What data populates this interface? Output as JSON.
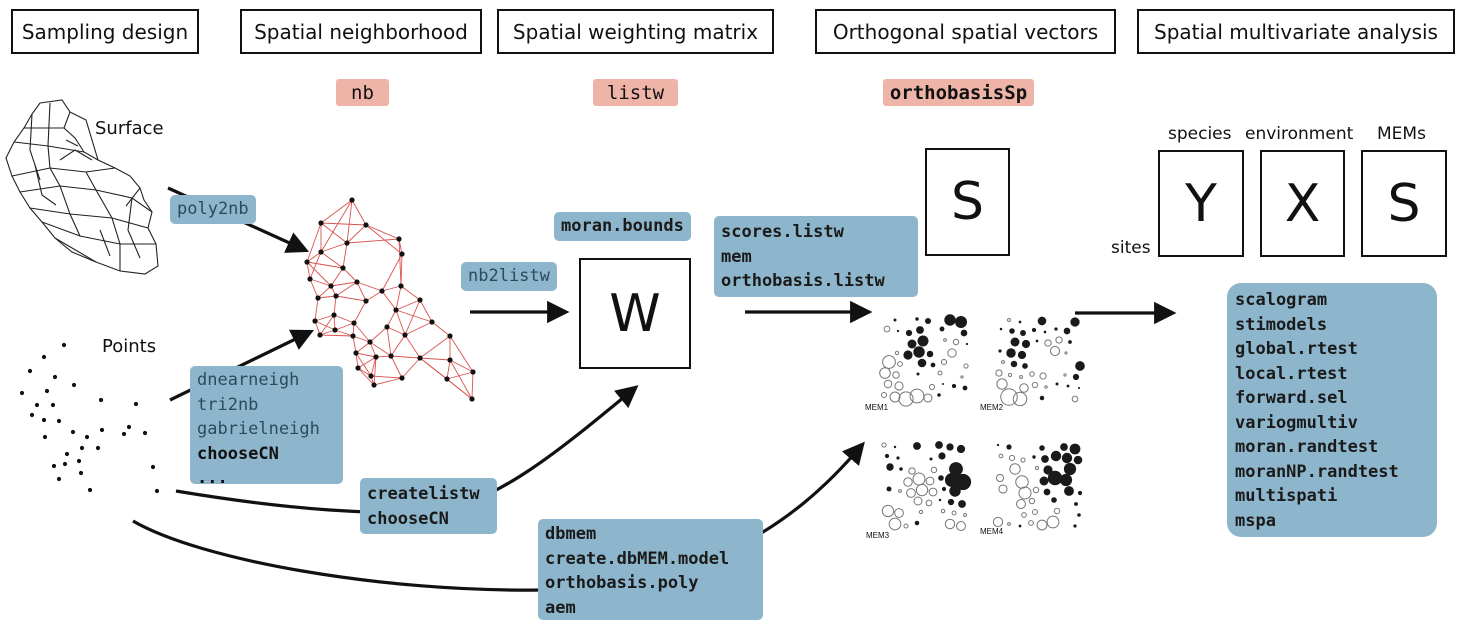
{
  "headers": {
    "sampling_design": "Sampling design",
    "spatial_neighborhood": "Spatial neighborhood",
    "spatial_weighting_matrix": "Spatial weighting matrix",
    "orthogonal_spatial_vectors": "Orthogonal spatial vectors",
    "spatial_multivariate_analysis": "Spatial multivariate analysis"
  },
  "classes": {
    "nb": "nb",
    "listw": "listw",
    "orthobasis": "orthobasisSp"
  },
  "labels": {
    "surface": "Surface",
    "points": "Points",
    "species": "species",
    "environment": "environment",
    "mems": "MEMs",
    "sites": "sites"
  },
  "matrices": {
    "w": "W",
    "s": "S",
    "y": "Y",
    "x": "X",
    "s2": "S"
  },
  "functions": {
    "poly2nb": "poly2nb",
    "nb2listw": "nb2listw",
    "moran_bounds": "moran.bounds",
    "neighbors": [
      "dnearneigh",
      "tri2nb",
      "gabrielneigh",
      "chooseCN",
      "..."
    ],
    "createlistw": [
      "createlistw",
      "chooseCN"
    ],
    "scores": [
      "scores.listw",
      "mem",
      "orthobasis.listw"
    ],
    "dbmem": [
      "dbmem",
      "create.dbMEM.model",
      "orthobasis.poly",
      "aem"
    ],
    "analysis": [
      "scalogram",
      "stimodels",
      "global.rtest",
      "local.rtest",
      "forward.sel",
      "variogmultiv",
      "moran.randtest",
      "moranNP.randtest",
      "multispati",
      "mspa"
    ]
  },
  "mem_labels": [
    "MEM1",
    "MEM2",
    "MEM3",
    "MEM4"
  ],
  "colors": {
    "function_box": "#8db6cc",
    "class_tag": "#efb4a8",
    "network_edge": "#d9534f"
  },
  "icons": {
    "surface": "polygon-map-icon",
    "points": "point-pattern-icon",
    "network": "neighbor-graph-icon",
    "mem_maps": "bubble-map-icon"
  }
}
